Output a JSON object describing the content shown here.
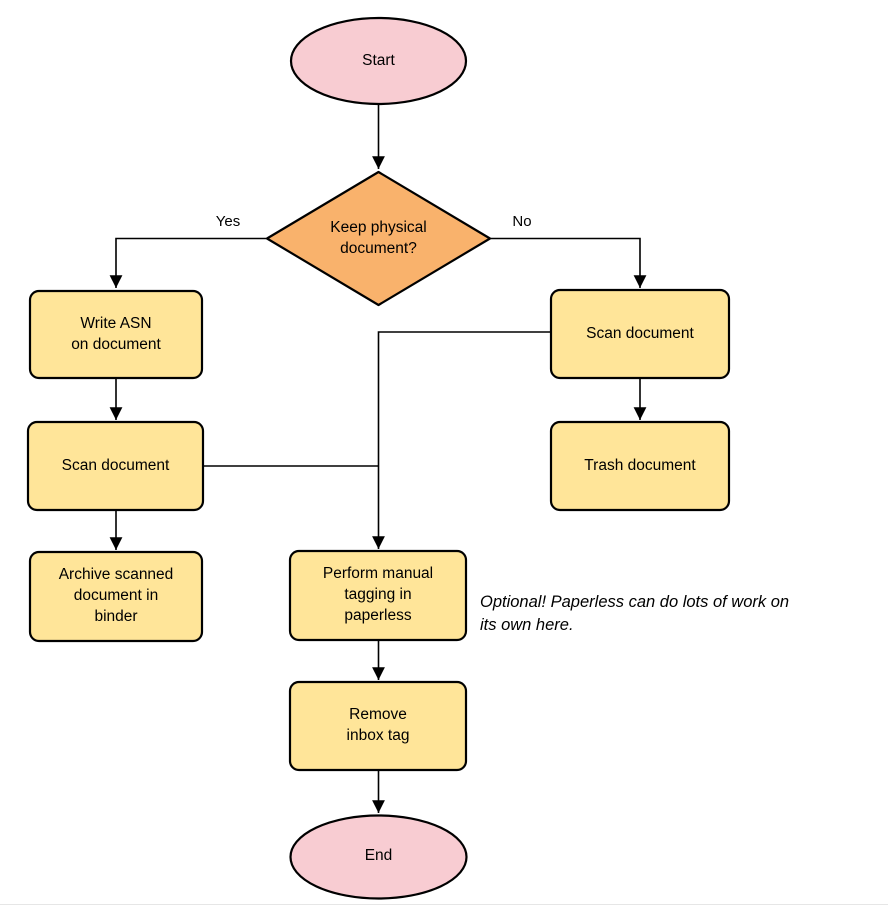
{
  "diagram": {
    "type": "flowchart",
    "colors": {
      "terminal_fill": "#F8CCD2",
      "decision_fill": "#F9B26C",
      "process_fill": "#FFE599",
      "stroke": "#000000",
      "connector": "#000000"
    },
    "nodes": {
      "start": "Start",
      "decision": "Keep physical\ndocument?",
      "write_asn": "Write ASN\non document",
      "scan_left": "Scan document",
      "archive": "Archive scanned\ndocument in\nbinder",
      "scan_right": "Scan document",
      "trash": "Trash document",
      "tagging": "Perform manual\ntagging in\npaperless",
      "remove_inbox": "Remove\ninbox tag",
      "end": "End"
    },
    "edge_labels": {
      "yes": "Yes",
      "no": "No"
    },
    "annotation": "Optional! Paperless can do lots of work on\nits own here."
  }
}
